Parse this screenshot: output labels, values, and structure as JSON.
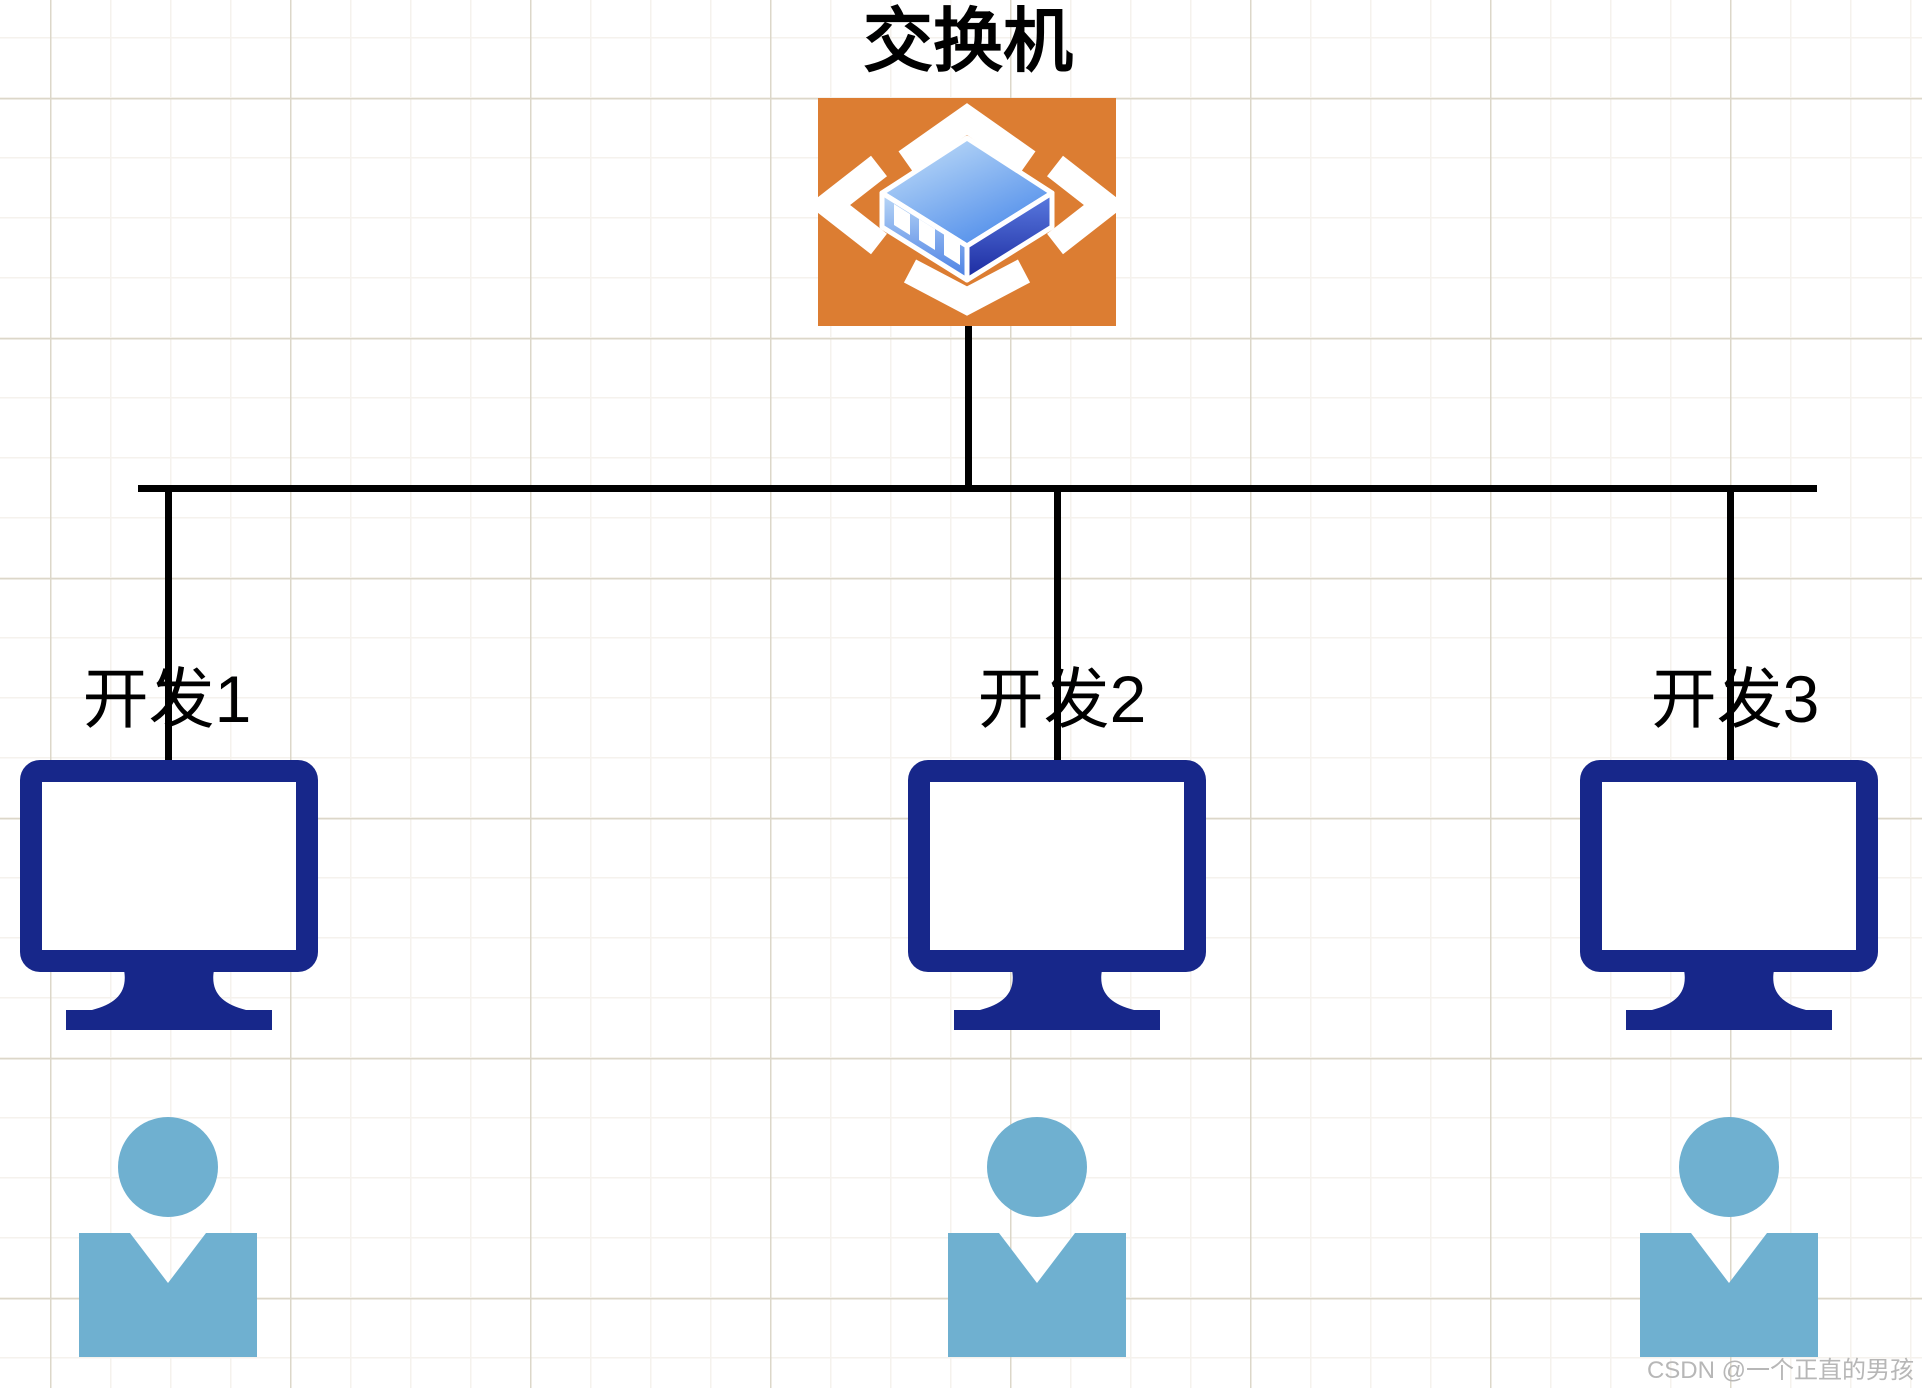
{
  "diagram": {
    "title": "交换机",
    "switch": {
      "icon": "network-switch-icon",
      "description": "orange square with white routing arrows and 3D blue switch box"
    },
    "connections": {
      "topology": "bus",
      "line_color": "#000000"
    },
    "nodes": [
      {
        "label": "开发1",
        "computer_icon": "desktop-computer-icon",
        "user_icon": "person-icon"
      },
      {
        "label": "开发2",
        "computer_icon": "desktop-computer-icon",
        "user_icon": "person-icon"
      },
      {
        "label": "开发3",
        "computer_icon": "desktop-computer-icon",
        "user_icon": "person-icon"
      }
    ]
  },
  "watermark": {
    "text": "CSDN @一个正直的男孩"
  },
  "style": {
    "monitor": "#17278A",
    "person": "#6FB0D0",
    "orange": "#DC7D32",
    "line": "#000000",
    "grid_minor": "#f5f2ed",
    "grid_major": "#dcd7c9",
    "watermark": "#b7b7b7"
  }
}
